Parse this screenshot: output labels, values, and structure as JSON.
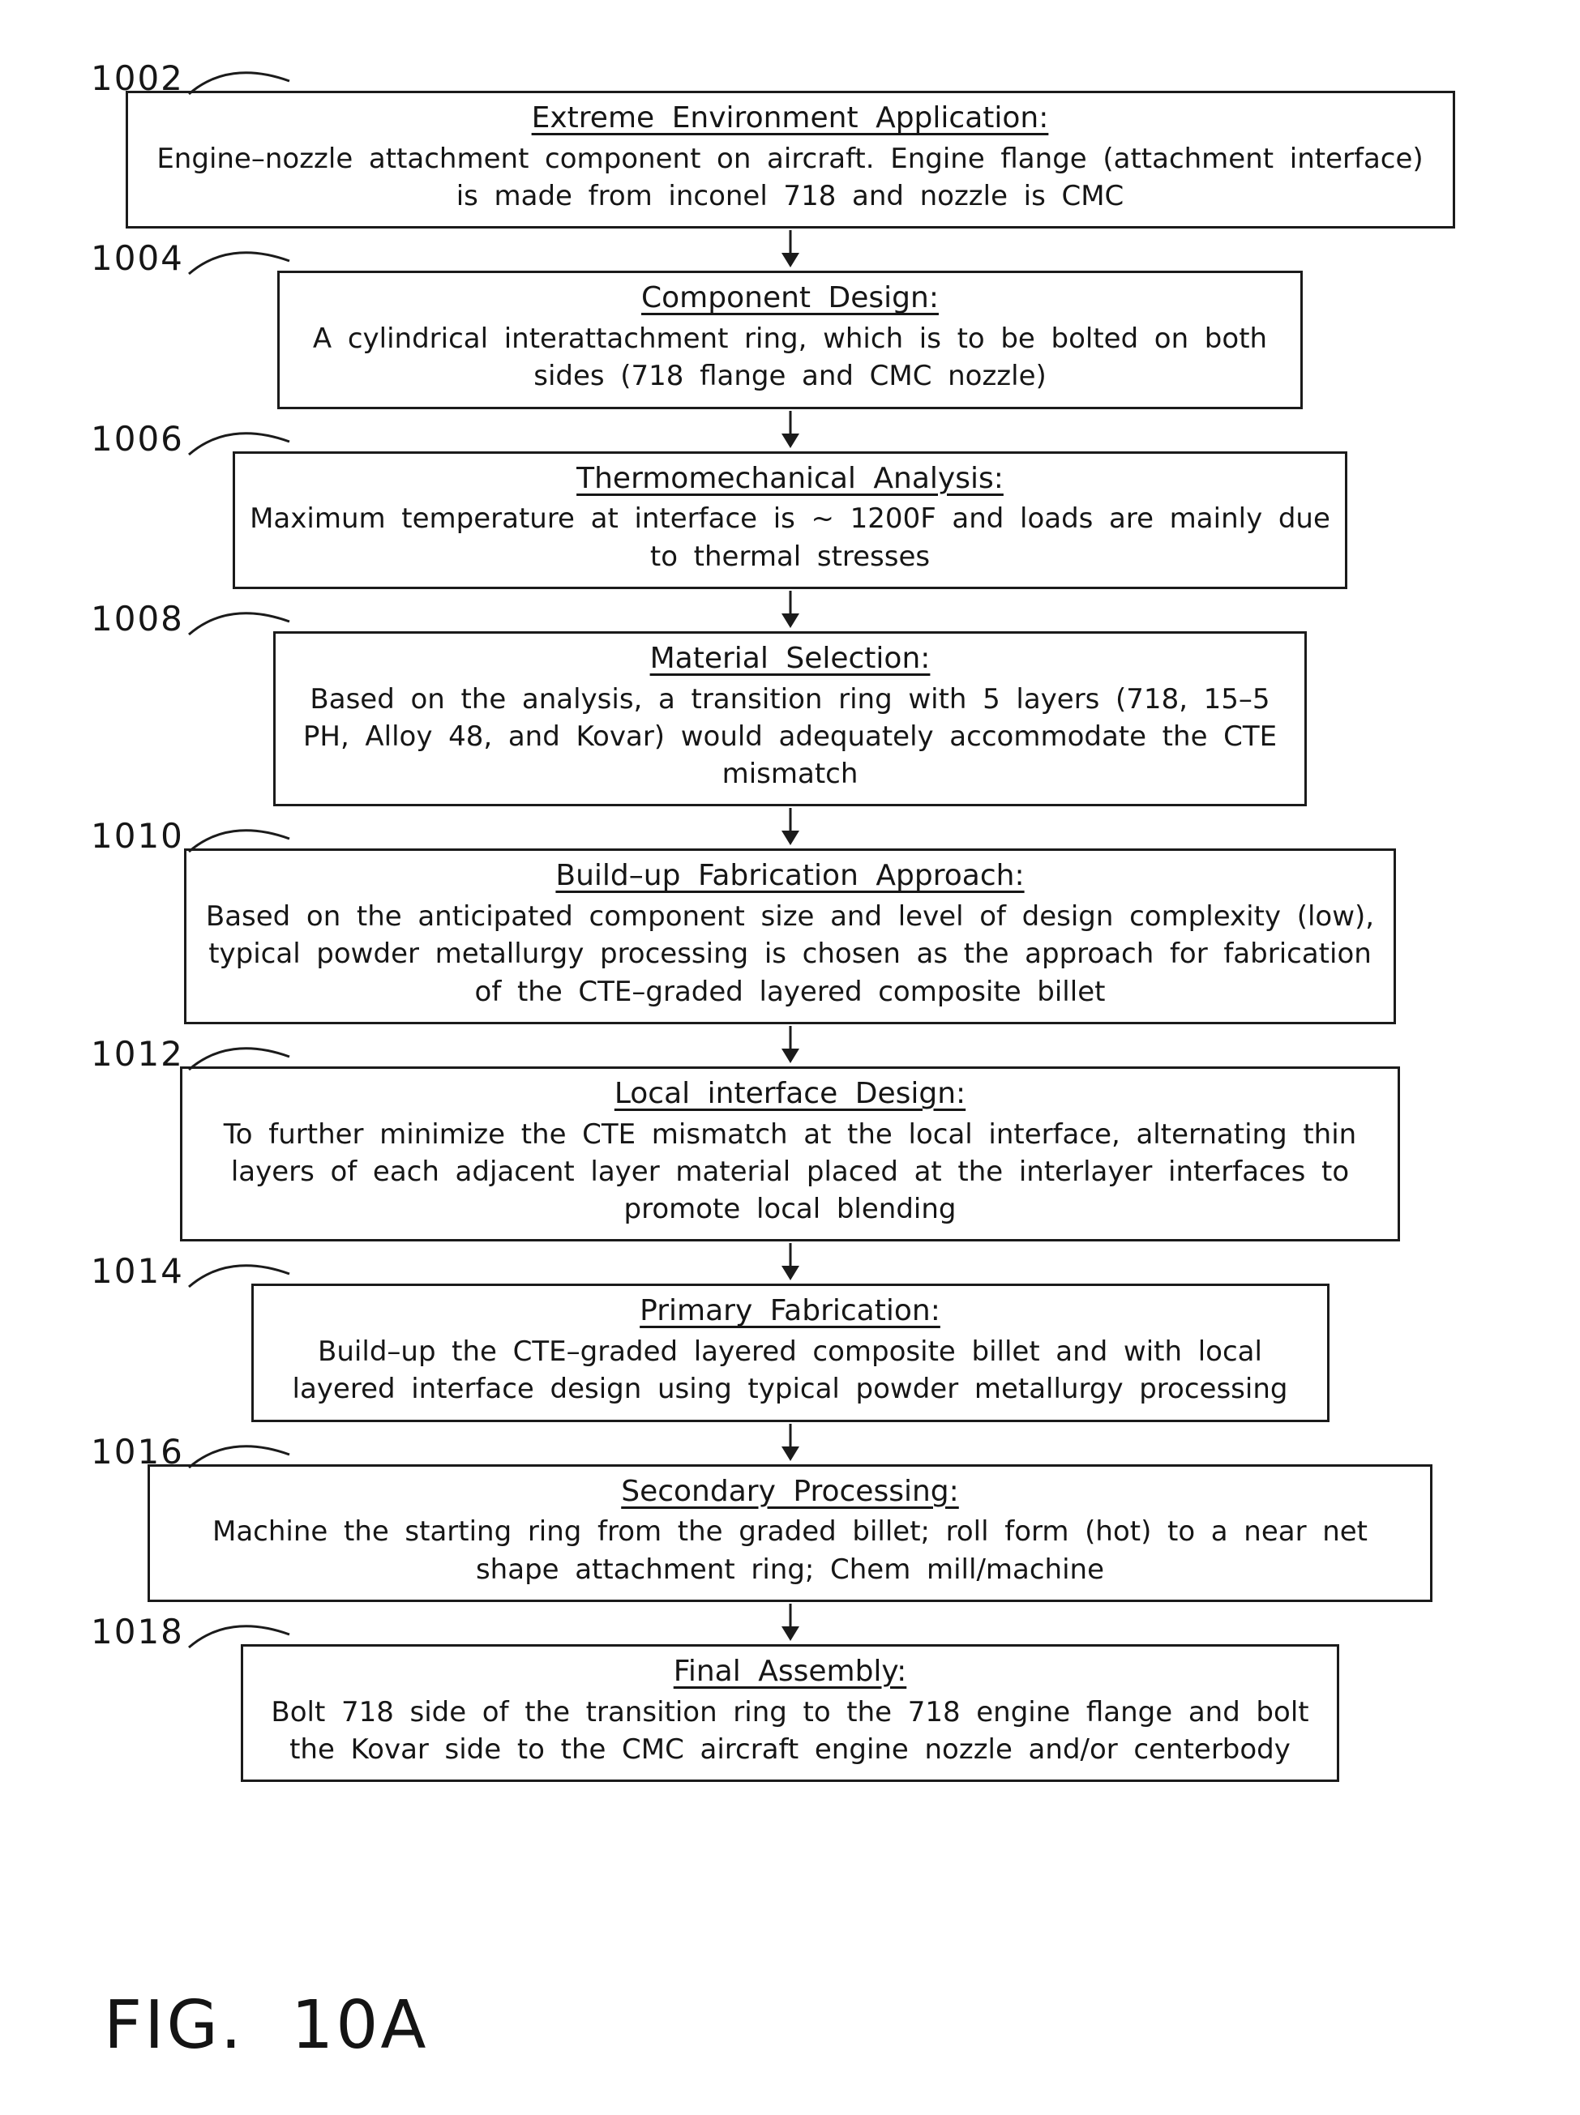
{
  "figure": {
    "label": "FIG.  10A"
  },
  "steps": [
    {
      "ref": "1002",
      "title": "Extreme Environment Application:",
      "body": "Engine–nozzle attachment component on aircraft.  Engine flange (attachment interface) is made from inconel 718 and nozzle is CMC"
    },
    {
      "ref": "1004",
      "title": "Component Design:",
      "body": "A cylindrical interattachment ring, which is to be bolted on both sides (718 flange and CMC nozzle)"
    },
    {
      "ref": "1006",
      "title": "Thermomechanical Analysis:",
      "body": "Maximum temperature at interface is ~ 1200F and loads are mainly due to thermal stresses"
    },
    {
      "ref": "1008",
      "title": "Material Selection:",
      "body": "Based on the analysis, a transition ring with 5 layers (718, 15–5 PH, Alloy 48, and Kovar) would adequately accommodate the CTE mismatch"
    },
    {
      "ref": "1010",
      "title": "Build–up Fabrication Approach:",
      "body": "Based on the anticipated component size and level of design complexity (low), typical powder metallurgy processing is chosen as the approach for fabrication of the CTE–graded layered composite billet"
    },
    {
      "ref": "1012",
      "title": "Local interface Design:",
      "body": "To further minimize the CTE mismatch at the local interface, alternating thin layers of each adjacent layer material placed at the interlayer interfaces to promote local blending"
    },
    {
      "ref": "1014",
      "title": "Primary Fabrication:",
      "body": "Build–up the CTE–graded layered composite billet and with local layered interface design using typical powder metallurgy processing"
    },
    {
      "ref": "1016",
      "title": "Secondary Processing:",
      "body": "Machine the starting ring from the graded billet; roll form (hot) to a near net shape attachment ring; Chem mill/machine"
    },
    {
      "ref": "1018",
      "title": "Final Assembly:",
      "body": "Bolt 718 side of the transition ring to the 718 engine flange and bolt the Kovar side to the CMC aircraft engine nozzle and/or centerbody"
    }
  ]
}
